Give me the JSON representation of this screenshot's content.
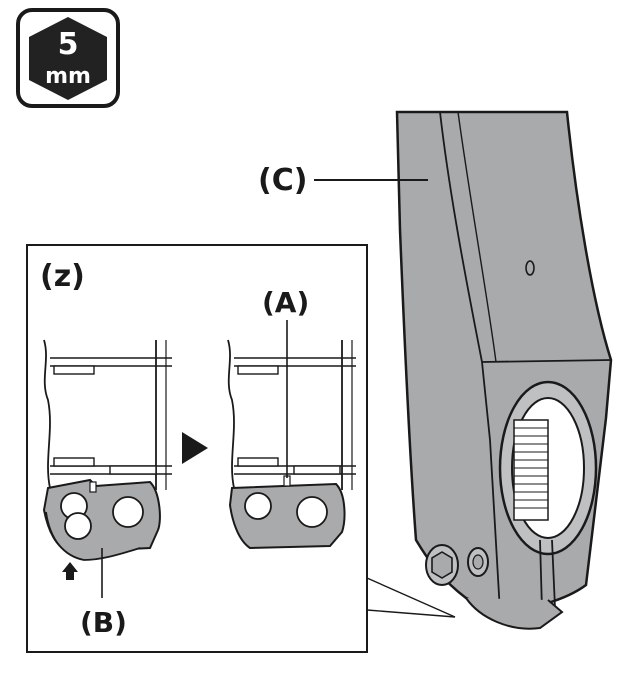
{
  "tool_badge": {
    "size": "5",
    "unit": "mm",
    "icon": "hex-key-icon"
  },
  "labels": {
    "crank_arm": "(C)",
    "detail_view": "(z)",
    "stopper_plate": "(A)",
    "cap": "(B)"
  },
  "colors": {
    "part_gray": "#a9aaac",
    "outline": "#1a1a1a",
    "badge_bg": "#222222"
  }
}
